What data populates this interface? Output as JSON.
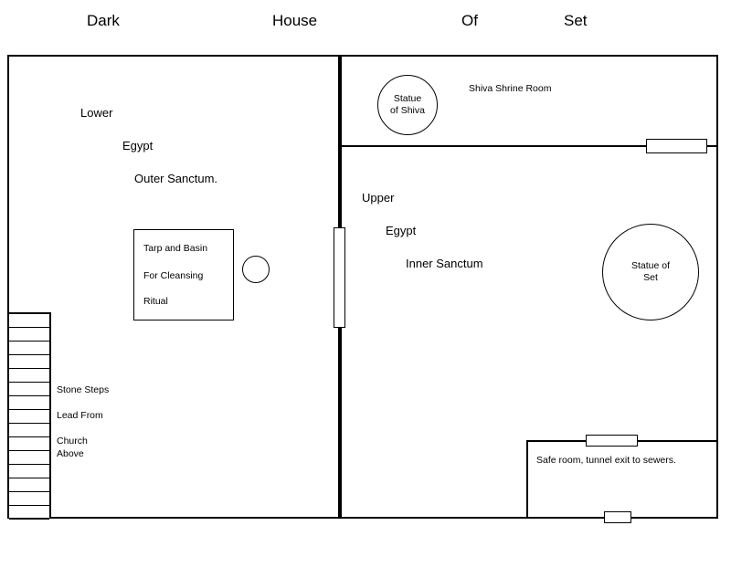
{
  "title": {
    "words": [
      "Dark",
      "House",
      "Of",
      "Set"
    ],
    "full": "Dark House Of Set"
  },
  "rooms": {
    "outer_sanctum": {
      "lines": [
        "Lower",
        "Egypt",
        "Outer Sanctum."
      ]
    },
    "inner_sanctum": {
      "lines": [
        "Upper",
        "Egypt",
        "Inner Sanctum"
      ]
    },
    "shiva_shrine": {
      "label": "Shiva Shrine Room"
    },
    "safe_room": {
      "label": "Safe room, tunnel exit to sewers."
    }
  },
  "features": {
    "tarp_box": {
      "lines": [
        "Tarp and Basin",
        "For Cleansing",
        "Ritual"
      ]
    },
    "basin_circle": {
      "label": ""
    },
    "statue_of_shiva": {
      "line1": "Statue",
      "line2": "of Shiva"
    },
    "statue_of_set": {
      "line1": "Statue of",
      "line2": "Set"
    },
    "stairs": {
      "lines": [
        "Stone Steps",
        "Lead From",
        "Church",
        "Above"
      ],
      "step_count": 15
    }
  },
  "colors": {
    "wall": "#000000",
    "background": "#ffffff",
    "text": "#000000"
  }
}
